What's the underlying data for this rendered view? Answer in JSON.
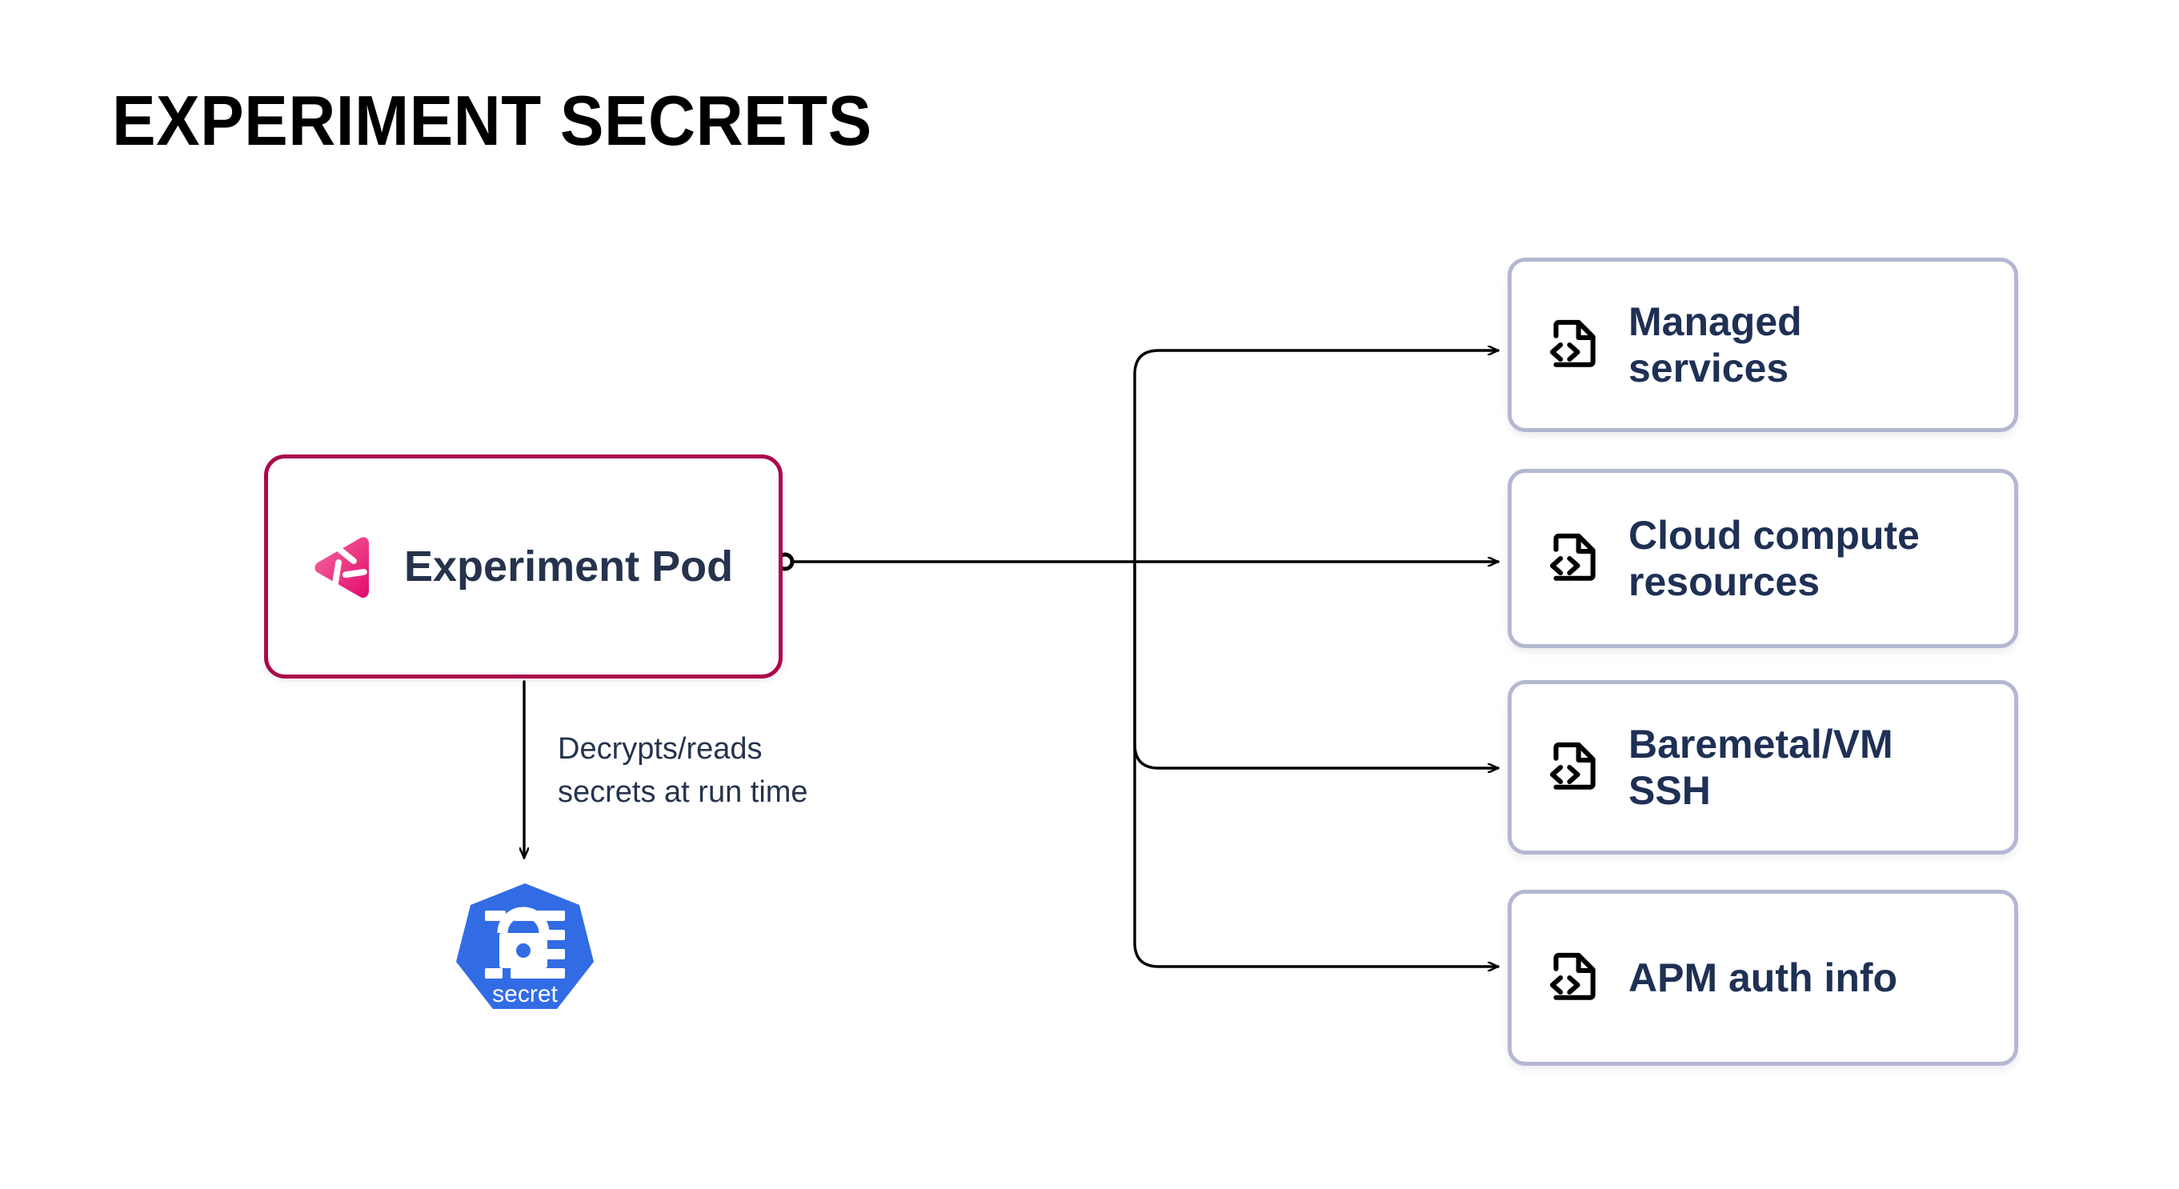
{
  "page": {
    "title": "EXPERIMENT SECRETS",
    "background_color": "#ffffff"
  },
  "colors": {
    "pod_border": "#AB0A4B",
    "pod_logo_gradient_from": "#F0649B",
    "pod_logo_gradient_to": "#E3096F",
    "navy_text": "#25334D",
    "card_text": "#1F3055",
    "card_border": "#B4B7D1",
    "kubernetes_blue": "#326CE5",
    "connector_line": "#000000",
    "icon_black": "#000000"
  },
  "source_node": {
    "label": "Experiment Pod",
    "icon": "gremlin-logo-icon",
    "port_icon": "connector-dot-icon"
  },
  "secret_node": {
    "label": "secret",
    "icon": "kubernetes-secret-icon",
    "shape": "heptagon"
  },
  "edges": {
    "secret_edge_label": "Decrypts/reads\nsecrets at run time"
  },
  "targets": [
    {
      "label": "Managed\nservices",
      "icon": "file-code-icon"
    },
    {
      "label": "Cloud compute\nresources",
      "icon": "file-code-icon"
    },
    {
      "label": "Baremetal/VM\nSSH",
      "icon": "file-code-icon"
    },
    {
      "label": "APM auth info",
      "icon": "file-code-icon"
    }
  ]
}
